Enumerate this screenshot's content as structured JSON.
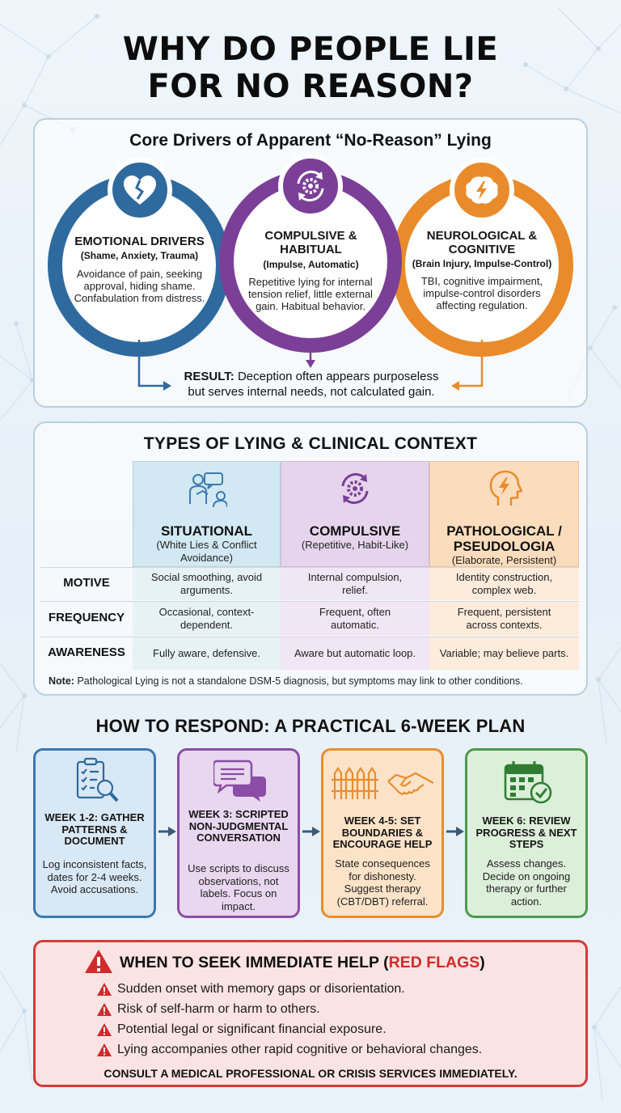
{
  "title": {
    "line1": "WHY DO PEOPLE LIE",
    "line2": "FOR NO REASON?"
  },
  "drivers": {
    "heading": "Core Drivers of Apparent “No-Reason” Lying",
    "emotional": {
      "title": "EMOTIONAL DRIVERS",
      "subtitle": "(Shame, Anxiety, Trauma)",
      "body": "Avoidance of pain, seeking approval, hiding shame. Confabulation from distress.",
      "icon": "broken-heart-icon"
    },
    "compulsive": {
      "title_line1": "COMPULSIVE &",
      "title_line2": "HABITUAL",
      "subtitle": "(Impulse, Automatic)",
      "body": "Repetitive lying for internal tension relief, little external gain. Habitual behavior.",
      "icon": "cycle-gear-icon"
    },
    "neurological": {
      "title_line1": "NEUROLOGICAL &",
      "title_line2": "COGNITIVE",
      "subtitle": "(Brain Injury, Impulse-Control)",
      "body": "TBI, cognitive impairment, impulse-control disorders affecting regulation.",
      "icon": "brain-lightning-icon"
    },
    "result_label": "RESULT:",
    "result_text1": "Deception often appears purposeless",
    "result_text2": "but serves internal needs, not calculated gain."
  },
  "types": {
    "heading": "TYPES OF LYING & CLINICAL CONTEXT",
    "columns": [
      {
        "name": "SITUATIONAL",
        "sub": "(White Lies & Conflict Avoidance)",
        "icon": "two-people-chat-icon"
      },
      {
        "name": "COMPULSIVE",
        "sub": "(Repetitive, Habit-Like)",
        "icon": "cycle-gear-icon"
      },
      {
        "name_line1": "PATHOLOGICAL /",
        "name_line2": "PSEUDOLOGIA",
        "sub": "(Elaborate, Persistent)",
        "icon": "head-lightning-icon"
      }
    ],
    "rows": [
      {
        "label": "MOTIVE",
        "cells": [
          "Social smoothing, avoid arguments.",
          "Internal compulsion, relief.",
          "Identity construction, complex web."
        ]
      },
      {
        "label": "FREQUENCY",
        "cells": [
          "Occasional, context-dependent.",
          "Frequent, often automatic.",
          "Frequent, persistent across contexts."
        ]
      },
      {
        "label": "AWARENESS",
        "cells": [
          "Fully aware, defensive.",
          "Aware but automatic loop.",
          "Variable; may believe parts."
        ]
      }
    ],
    "note_label": "Note:",
    "note_text": "Pathological Lying is not a standalone DSM-5 diagnosis, but symptoms may link to other conditions."
  },
  "plan": {
    "heading": "HOW TO RESPOND: A PRACTICAL 6-WEEK PLAN",
    "weeks": [
      {
        "title": "WEEK 1-2: GATHER PATTERNS & DOCUMENT",
        "body": "Log inconsistent facts, dates for 2-4 weeks. Avoid accusations.",
        "icon": "clipboard-search-icon"
      },
      {
        "title": "WEEK 3: SCRIPTED NON-JUDGMENTAL CONVERSATION",
        "body": "Use scripts to discuss observations, not labels. Focus on impact.",
        "icon": "speech-bubbles-icon"
      },
      {
        "title": "WEEK 4-5: SET BOUNDARIES & ENCOURAGE HELP",
        "body": "State consequences for dishonesty. Suggest therapy (CBT/DBT) referral.",
        "icon": "fence-handshake-icon"
      },
      {
        "title": "WEEK 6: REVIEW PROGRESS & NEXT STEPS",
        "body": "Assess changes. Decide on ongoing therapy or further action.",
        "icon": "calendar-check-icon"
      }
    ]
  },
  "red_flags": {
    "heading_prefix": "WHEN TO SEEK IMMEDIATE HELP (",
    "heading_red": "RED FLAGS",
    "heading_suffix": ")",
    "items": [
      "Sudden onset with memory gaps or disorientation.",
      "Risk of self-harm or harm to others.",
      "Potential legal or significant financial exposure.",
      "Lying accompanies other rapid cognitive or behavioral changes."
    ],
    "consult": "CONSULT A MEDICAL PROFESSIONAL OR CRISIS SERVICES IMMEDIATELY."
  },
  "colors": {
    "blue": "#2e6a9e",
    "purple": "#7b3f98",
    "orange": "#e98b2a",
    "green": "#4e9a4c",
    "red": "#d33b3b"
  }
}
